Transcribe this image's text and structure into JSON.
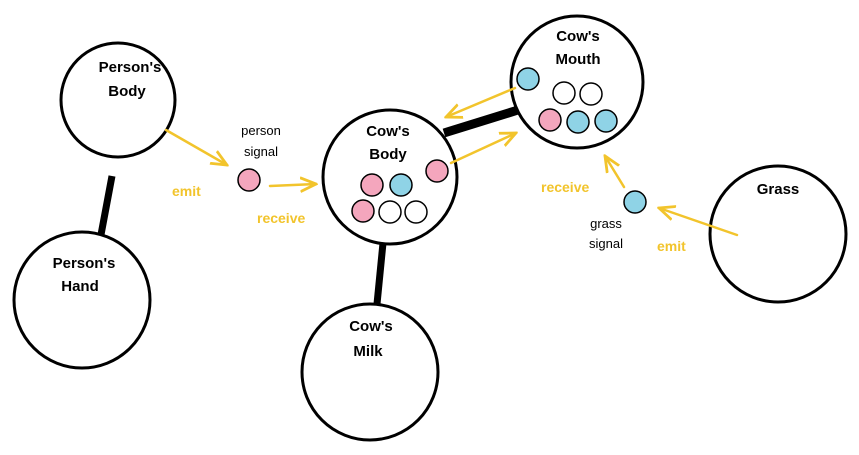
{
  "colors": {
    "node_stroke": "#000000",
    "link": "#000000",
    "arrow": "#f2c42c",
    "action_text": "#f2c42c",
    "pink": "#f4a6bd",
    "blue": "#8fd3e6",
    "empty": "#ffffff"
  },
  "nodes": {
    "persons_body": {
      "line1": "Person's",
      "line2": "Body"
    },
    "persons_hand": {
      "line1": "Person's",
      "line2": "Hand"
    },
    "cows_body": {
      "line1": "Cow's",
      "line2": "Body",
      "slots_row1": [
        "pink",
        "blue"
      ],
      "slots_row2": [
        "pink",
        "empty",
        "empty"
      ]
    },
    "cows_mouth": {
      "line1": "Cow's",
      "line2": "Mouth",
      "slots_row1": [
        "empty",
        "empty"
      ],
      "slots_row2": [
        "pink",
        "blue",
        "blue"
      ]
    },
    "cows_milk": {
      "line1": "Cow's",
      "line2": "Milk"
    },
    "grass": {
      "line1": "Grass"
    }
  },
  "labels": {
    "emit_person": "emit",
    "receive_cow": "receive",
    "person_signal_line1": "person",
    "person_signal_line2": "signal",
    "receive_mouth": "receive",
    "grass_signal_line1": "grass",
    "grass_signal_line2": "signal",
    "emit_grass": "emit"
  },
  "signals": {
    "person_signal": "pink",
    "cow_body_outgoing": "pink",
    "mouth_outgoing": "blue",
    "grass_signal": "blue"
  }
}
